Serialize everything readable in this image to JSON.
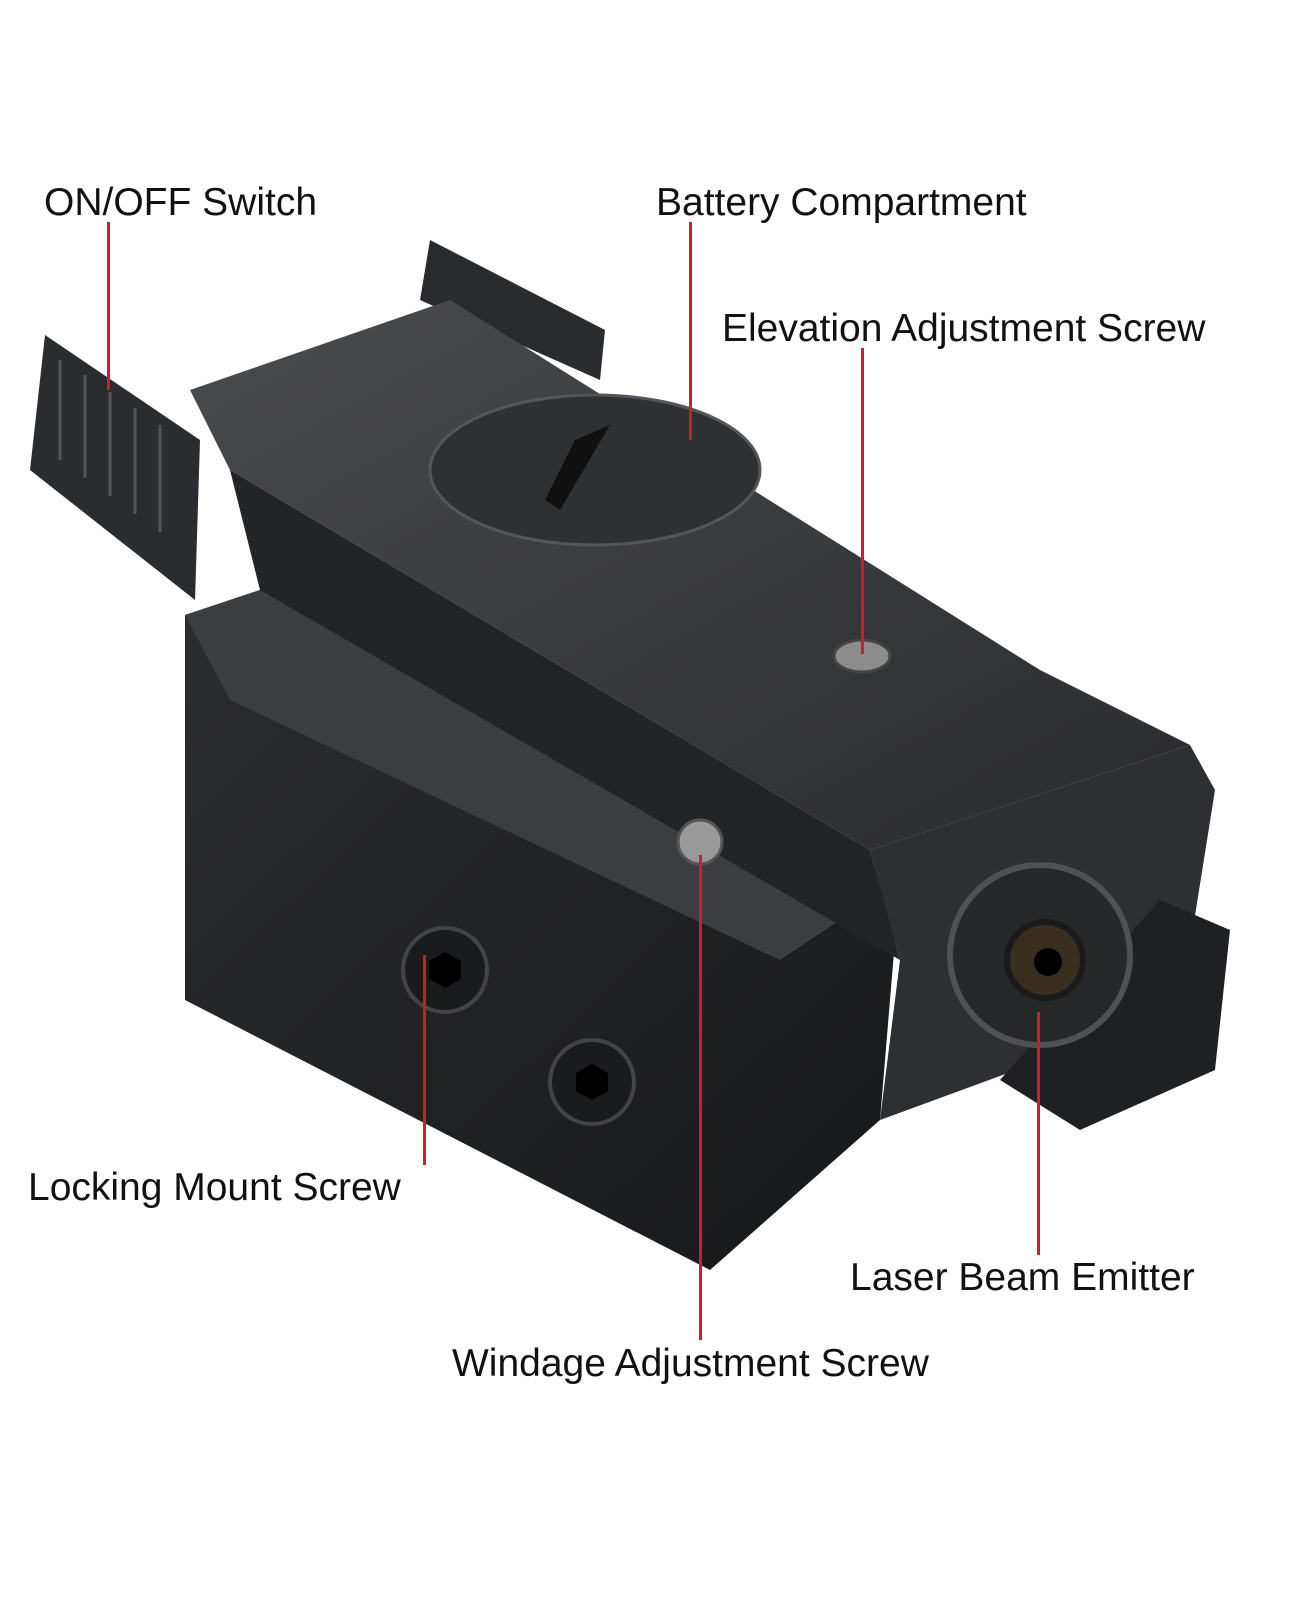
{
  "accent_color": "#c8202f",
  "labels": {
    "on_off_switch": "ON/OFF Switch",
    "battery_compartment": "Battery Compartment",
    "elevation_screw": "Elevation Adjustment Screw",
    "locking_mount_screw": "Locking Mount Screw",
    "laser_emitter": "Laser Beam Emitter",
    "windage_screw": "Windage Adjustment Screw"
  }
}
